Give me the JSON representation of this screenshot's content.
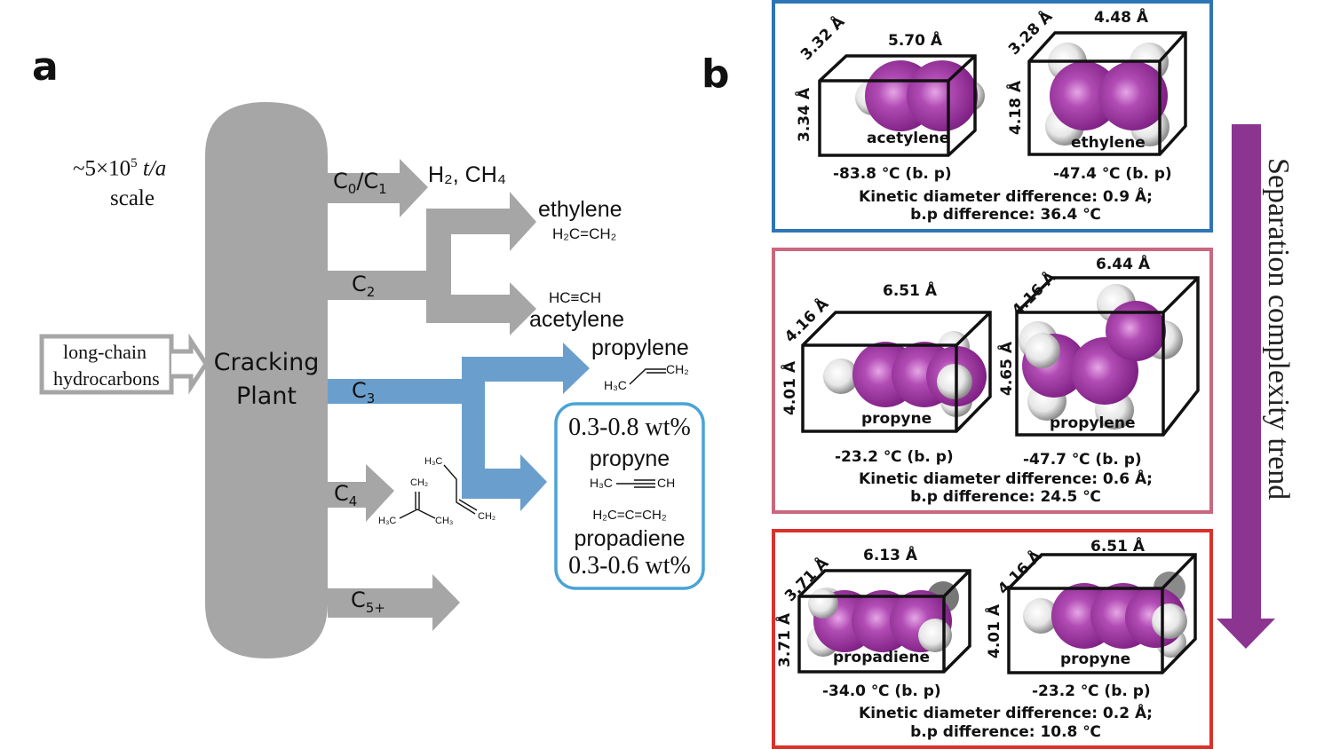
{
  "panel_a": {
    "label": "a",
    "scale_text": "~5×10",
    "scale_exp": "5",
    "scale_unit": "t/a",
    "scale_word": "scale",
    "feed_line1": "long-chain",
    "feed_line2": "hydrocarbons",
    "plant_line1": "Cracking",
    "plant_line2": "Plant",
    "streams": [
      {
        "label": "C",
        "sub": "0",
        "sep": "/C",
        "sub2": "1"
      },
      {
        "label": "C",
        "sub": "2"
      },
      {
        "label": "C",
        "sub": "3"
      },
      {
        "label": "C",
        "sub": "4"
      },
      {
        "label": "C",
        "sub": "5+"
      }
    ],
    "products": {
      "c01": "H₂, CH₄",
      "ethylene_name": "ethylene",
      "ethylene_formula": "H₂C=CH₂",
      "acetylene_formula": "HC≡CH",
      "acetylene_name": "acetylene",
      "propylene_name": "propylene",
      "propylene_formula_a": "H₃C",
      "propylene_formula_b": "CH₂",
      "c4_isobutene": {
        "top": "CH₂",
        "left": "H₃C",
        "right": "CH₃"
      },
      "c4_butene": {
        "top": "H₃C",
        "bottom": "CH₂"
      }
    },
    "impurity_box": {
      "propyne_wt": "0.3-0.8 wt%",
      "propyne_name": "propyne",
      "propyne_formula_a": "H₃C",
      "propyne_formula_b": "CH",
      "propadiene_formula": "H₂C=C=CH₂",
      "propadiene_name": "propadiene",
      "propadiene_wt": "0.3-0.6 wt%"
    },
    "colors": {
      "gray": "#a6a6a6",
      "blue": "#6a9fcd",
      "box_border": "#4aa3d6"
    }
  },
  "panel_b": {
    "label": "b",
    "trend_label": "Separation complexity trend",
    "trend_color": "#8b3590",
    "groups": [
      {
        "border_color": "#2e75b6",
        "molecules": [
          {
            "name": "acetylene",
            "length": "5.70 Å",
            "depth": "3.32 Å",
            "height": "3.34 Å",
            "bp": "-83.8 ℃ (b. p)"
          },
          {
            "name": "ethylene",
            "length": "4.48 Å",
            "depth": "3.28 Å",
            "height": "4.18 Å",
            "bp": "-47.4 ℃ (b. p)"
          }
        ],
        "kinetic": "Kinetic diameter difference:  0.9 Å;",
        "bp_diff": "b.p difference: 36.4 ℃"
      },
      {
        "border_color": "#c9687e",
        "molecules": [
          {
            "name": "propyne",
            "length": "6.51 Å",
            "depth": "4.16 Å",
            "height": "4.01 Å",
            "bp": "-23.2 ℃ (b. p)"
          },
          {
            "name": "propylene",
            "length": "6.44 Å",
            "depth": "4.16 Å",
            "height": "4.65 Å",
            "bp": "-47.7 ℃ (b. p)"
          }
        ],
        "kinetic": "Kinetic diameter difference: 0.6 Å;",
        "bp_diff": "b.p difference:  24.5 ℃"
      },
      {
        "border_color": "#d9322b",
        "molecules": [
          {
            "name": "propadiene",
            "length": "6.13 Å",
            "depth": "3.71 Å",
            "height": "3.71 Å",
            "bp": "-34.0 ℃ (b. p)"
          },
          {
            "name": "propyne",
            "length": "6.51 Å",
            "depth": "4.16 Å",
            "height": "4.01 Å",
            "bp": "-23.2 ℃ (b. p)"
          }
        ],
        "kinetic": "Kinetic diameter difference: 0.2 Å;",
        "bp_diff": "b.p difference: 10.8 ℃"
      }
    ]
  }
}
